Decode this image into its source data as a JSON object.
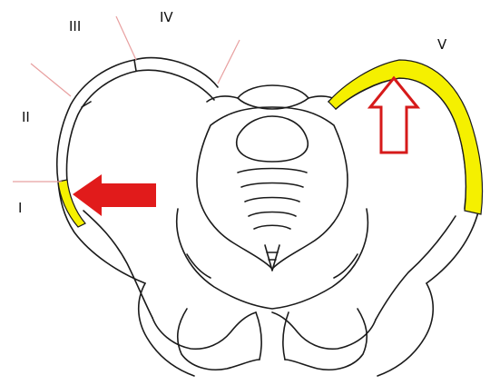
{
  "labels": {
    "i": "I",
    "ii": "II",
    "iii": "III",
    "iv": "IV",
    "v": "V"
  },
  "colors": {
    "background": "#ffffff",
    "outline": "#1a1a1a",
    "highlight": "#f5f000",
    "arrow_solid": "#e11b1b",
    "arrow_outline": "#d61a1a",
    "divider_lines": "#e8a0a0"
  },
  "icons": {
    "solid_arrow": "arrow-right-filled",
    "outline_arrow": "arrow-up-outline"
  }
}
